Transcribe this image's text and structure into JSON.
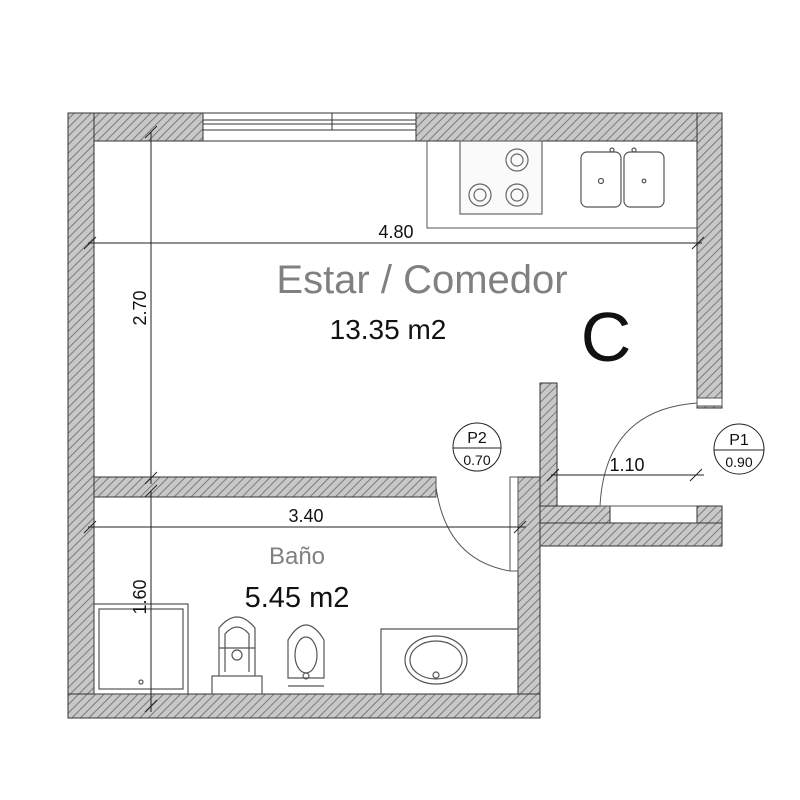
{
  "rooms": {
    "living": {
      "name": "Estar / Comedor",
      "area": "13.35 m2"
    },
    "bath": {
      "name": "Baño",
      "area": "5.45 m2"
    }
  },
  "unit": {
    "label": "C"
  },
  "dimensions": {
    "living_width": "4.80",
    "living_depth": "2.70",
    "bath_width": "3.40",
    "bath_depth": "1.60",
    "entry_width": "1.10"
  },
  "doors": {
    "p1": {
      "code": "P1",
      "width": "0.90"
    },
    "p2": {
      "code": "P2",
      "width": "0.70"
    }
  },
  "colors": {
    "wall_hatch": "#9a9a9a",
    "line": "#1a1a1a",
    "room_name": "#808080",
    "area_text": "#111111"
  }
}
